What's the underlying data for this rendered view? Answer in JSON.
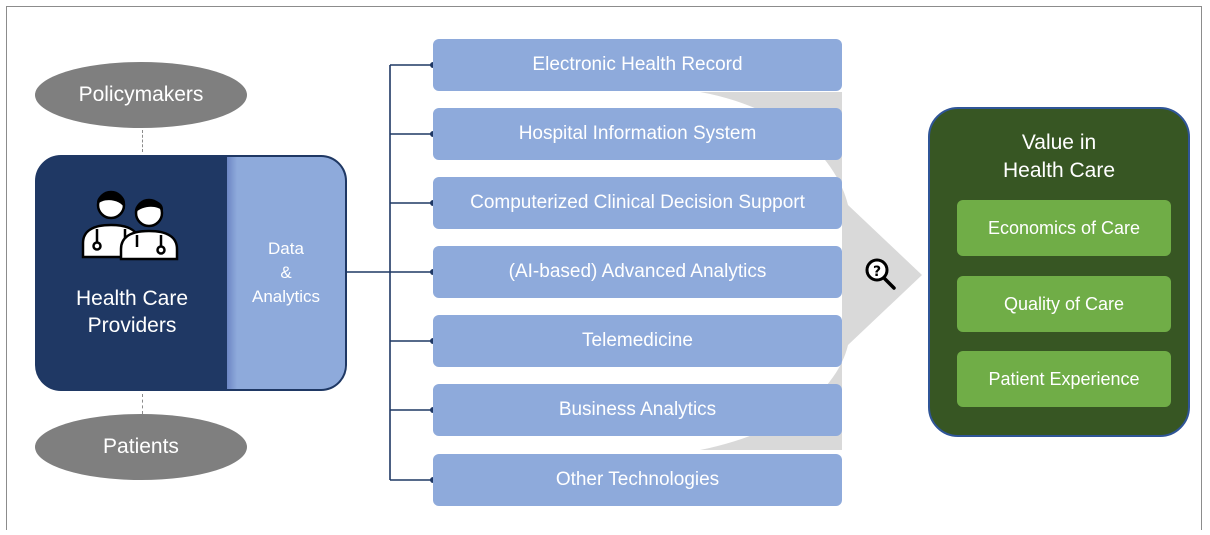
{
  "stakeholders": {
    "top": "Policymakers",
    "bottom": "Patients"
  },
  "providers": {
    "line1": "Health Care",
    "line2": "Providers",
    "icon": "doctors-icon"
  },
  "analytics": {
    "line1": "Data",
    "line2": "&",
    "line3": "Analytics"
  },
  "technologies": [
    "Electronic Health Record",
    "Hospital Information System",
    "Computerized Clinical Decision Support",
    "(AI-based) Advanced Analytics",
    "Telemedicine",
    "Business Analytics",
    "Other Technologies"
  ],
  "value": {
    "title_line1": "Value in",
    "title_line2": "Health Care",
    "items": [
      "Economics of Care",
      "Quality of Care",
      "Patient Experience"
    ]
  },
  "colors": {
    "navy": "#1f3864",
    "light_blue": "#8eaadb",
    "dark_green": "#375623",
    "green": "#70ad47",
    "gray": "#7f7f7f"
  }
}
